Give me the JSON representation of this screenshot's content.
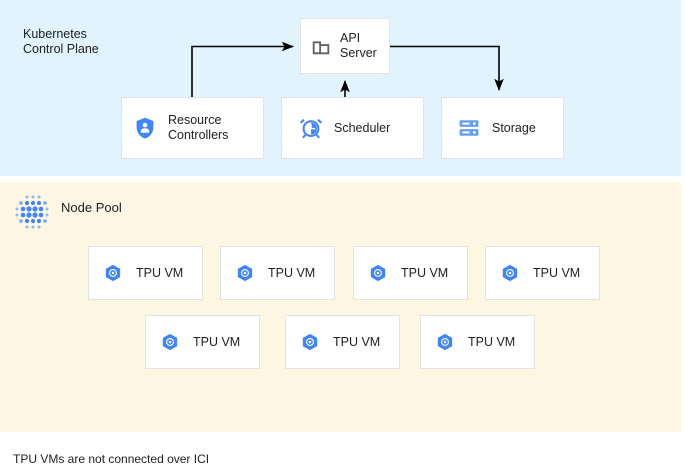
{
  "diagram": {
    "footnote": "TPU VMs are not connected over ICI",
    "colors": {
      "control_plane_bg": "#e1f3fd",
      "node_pool_bg": "#fdf6e3",
      "card_bg": "#ffffff",
      "card_border": "#e3e3e3",
      "accent_blue": "#4285f4",
      "icon_gray": "#5f6368",
      "connector": "#000000",
      "text": "#202124"
    }
  },
  "control_plane": {
    "title": "Kubernetes\nControl Plane",
    "components": [
      {
        "id": "api-server",
        "label": "API\nServer",
        "icon": "building-icon"
      },
      {
        "id": "resource-controllers",
        "label": "Resource\nControllers",
        "icon": "shield-user-icon"
      },
      {
        "id": "scheduler",
        "label": "Scheduler",
        "icon": "alarm-clock-icon"
      },
      {
        "id": "storage",
        "label": "Storage",
        "icon": "server-rack-icon"
      }
    ],
    "connections": [
      {
        "from": "resource-controllers",
        "to": "api-server",
        "direction": "to-api-server"
      },
      {
        "from": "scheduler",
        "to": "api-server",
        "direction": "to-api-server"
      },
      {
        "from": "api-server",
        "to": "storage",
        "direction": "to-storage"
      }
    ]
  },
  "node_pool": {
    "title": "Node Pool",
    "icon": "node-cluster-dots-icon",
    "rows": [
      {
        "vms": [
          {
            "label": "TPU VM",
            "icon": "tpu-hex-icon"
          },
          {
            "label": "TPU VM",
            "icon": "tpu-hex-icon"
          },
          {
            "label": "TPU VM",
            "icon": "tpu-hex-icon"
          },
          {
            "label": "TPU VM",
            "icon": "tpu-hex-icon"
          }
        ]
      },
      {
        "vms": [
          {
            "label": "TPU VM",
            "icon": "tpu-hex-icon"
          },
          {
            "label": "TPU VM",
            "icon": "tpu-hex-icon"
          },
          {
            "label": "TPU VM",
            "icon": "tpu-hex-icon"
          }
        ]
      }
    ]
  }
}
